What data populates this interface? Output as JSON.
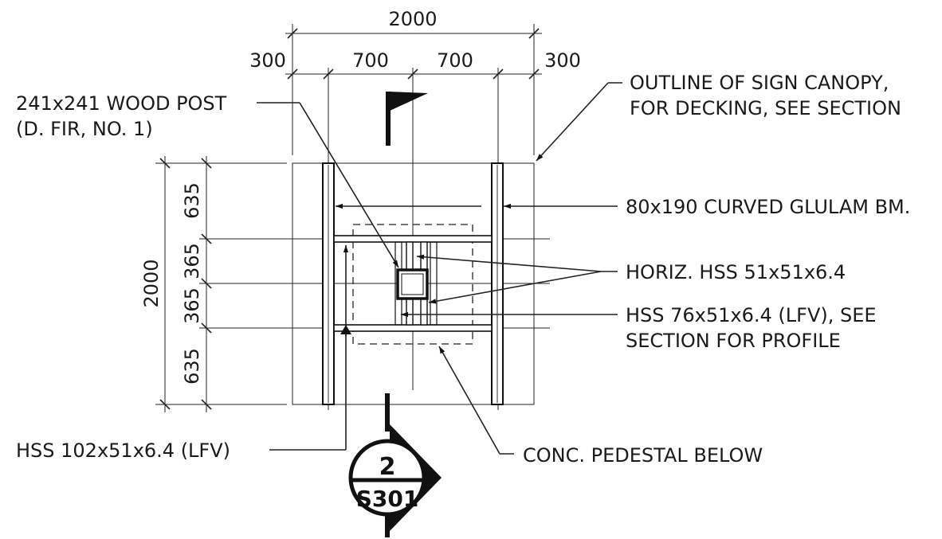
{
  "dimensions": {
    "overall_width": "2000",
    "left_overhang": "300",
    "left_span": "700",
    "right_span": "700",
    "right_overhang": "300",
    "overall_depth": "2000",
    "depth_top": "635",
    "depth_mid_upper": "365",
    "depth_mid_lower": "365",
    "depth_bottom": "635"
  },
  "callouts": {
    "wood_post_line1": "241x241 WOOD POST",
    "wood_post_line2": "(D. FIR, NO. 1)",
    "canopy_line1": "OUTLINE OF SIGN CANOPY,",
    "canopy_line2": "FOR DECKING, SEE SECTION",
    "glulam": "80x190 CURVED GLULAM BM.",
    "horiz_hss": "HORIZ. HSS 51x51x6.4",
    "hss76_line1": "HSS 76x51x6.4 (LFV), SEE",
    "hss76_line2": "SECTION FOR PROFILE",
    "hss102": "HSS 102x51x6.4 (LFV)",
    "pedestal": "CONC. PEDESTAL BELOW"
  },
  "section_tag": {
    "number": "2",
    "sheet": "S301"
  }
}
